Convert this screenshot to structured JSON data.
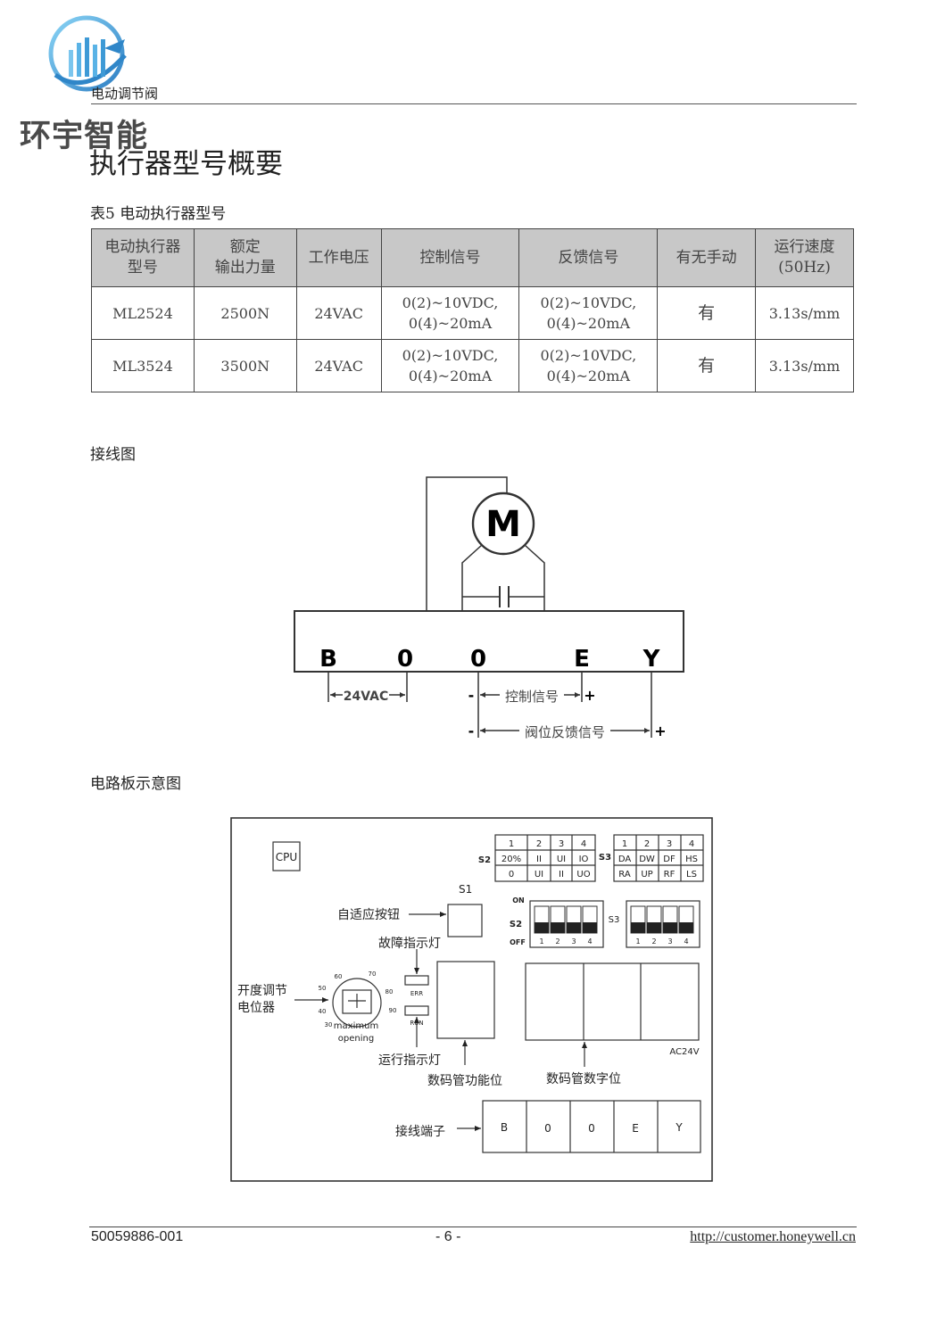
{
  "header": {
    "logo_text": "环宇智能",
    "doc_title": "电动调节阀"
  },
  "page_title": "执行器型号概要",
  "table": {
    "caption": "表5  电动执行器型号",
    "headers": [
      [
        "电动执行器",
        "型号"
      ],
      [
        "额定",
        "输出力量"
      ],
      [
        "工作电压"
      ],
      [
        "控制信号"
      ],
      [
        "反馈信号"
      ],
      [
        "有无手动"
      ],
      [
        "运行速度",
        "(50Hz)"
      ]
    ],
    "rows": [
      [
        "ML2524",
        "2500N",
        "24VAC",
        [
          "0(2)~10VDC,",
          "0(4)~20mA"
        ],
        [
          "0(2)~10VDC,",
          "0(4)~20mA"
        ],
        "有",
        "3.13s/mm"
      ],
      [
        "ML3524",
        "3500N",
        "24VAC",
        [
          "0(2)~10VDC,",
          "0(4)~20mA"
        ],
        [
          "0(2)~10VDC,",
          "0(4)~20mA"
        ],
        "有",
        "3.13s/mm"
      ]
    ]
  },
  "wiring": {
    "title": "接线图",
    "motor": "M",
    "terminals": [
      "B",
      "0",
      "0",
      "E",
      "Y"
    ],
    "supply_label": "24VAC",
    "control_label": "控制信号",
    "feedback_label": "阀位反馈信号",
    "minus": "-",
    "plus": "+"
  },
  "board": {
    "title": "电路板示意图",
    "cpu": "CPU",
    "s1": "S1",
    "s2": "S2",
    "s3": "S3",
    "s2_table": {
      "head": [
        "1",
        "2",
        "3",
        "4"
      ],
      "row1": [
        "20%",
        "II",
        "UI",
        "IO"
      ],
      "row2": [
        "0",
        "UI",
        "II",
        "UO"
      ]
    },
    "s3_table": {
      "head": [
        "1",
        "2",
        "3",
        "4"
      ],
      "row1": [
        "DA",
        "DW",
        "DF",
        "HS"
      ],
      "row2": [
        "RA",
        "UP",
        "RF",
        "LS"
      ]
    },
    "on": "ON",
    "off": "OFF",
    "dip_nums": [
      "1",
      "2",
      "3",
      "4"
    ],
    "adaptive_btn": "自适应按钮",
    "fault_led": "故障指示灯",
    "run_led": "运行指示灯",
    "err": "ERR",
    "run": "RUN",
    "pot_label_1": "开度调节",
    "pot_label_2": "电位器",
    "dial_ticks": [
      "30",
      "40",
      "50",
      "60",
      "70",
      "80",
      "90"
    ],
    "dial_text_1": "maximum",
    "dial_text_2": "opening",
    "func_digit": "数码管功能位",
    "num_digit": "数码管数字位",
    "ac24v": "AC24V",
    "terminal_label": "接线端子",
    "terminals": [
      "B",
      "0",
      "0",
      "E",
      "Y"
    ]
  },
  "footer": {
    "doc_no": "50059886-001",
    "page": "- 6 -",
    "url": "http://customer.honeywell.cn"
  }
}
